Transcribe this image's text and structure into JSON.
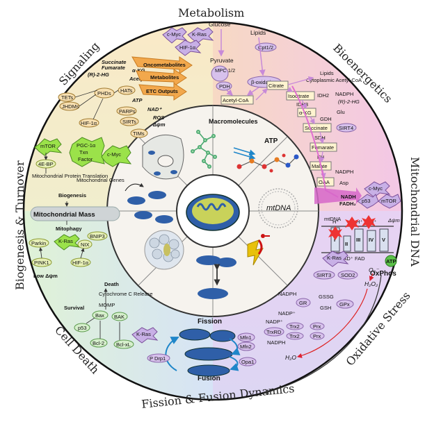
{
  "sectors": {
    "metabolism": "Metabolism",
    "bioenergetics": "Bioenergetics",
    "mito_dna": "Mitochondrial DNA",
    "oxidative_stress": "Oxidative Stress",
    "fission_fusion": "Fission & Fusion Dynamics",
    "cell_death": "Cell Death",
    "biogenesis": "Biogenesis & Turnover",
    "signaling": "Signaling"
  },
  "center": {
    "macromolecules": "Macromolecules",
    "atp": "ATP",
    "mtdna": "mtDNA"
  },
  "metabolism": {
    "glucose": "Glucose",
    "lipids": "Lipids",
    "pyruvate": "Pyruvate",
    "mpc": "MPC 1/2",
    "pdh": "PDH",
    "cpt": "Cpt1/2",
    "beta_ox": "β-oxidation",
    "acetyl_coa": "Acetyl-CoA",
    "cmyc": "c-Myc",
    "kras": "K-Ras",
    "hif": "HIF-1α"
  },
  "signaling": {
    "succinate": "Succinate",
    "fumarate": "Fumarate",
    "r2hg": "(R)-2-HG",
    "akg": "α-KG",
    "acetylcoa": "Acetyl-CoA",
    "tets": "TETs",
    "jhdms": "JHDMs",
    "phds": "PHDs",
    "hats": "HATs",
    "hif": "HIF-1α",
    "atp": "ATP",
    "parps": "PARPs",
    "sirts": "SIRTs",
    "nad": "NAD⁺",
    "ros": "ROS",
    "dpsi": "Δψm",
    "tims": "TIMs",
    "oncometabolites": "Oncometabolites",
    "metabolites": "Metabolites",
    "etc_outputs": "ETC Outputs"
  },
  "bioenergetics": {
    "lipids": "Lipids",
    "cyto_acetyl": "Cytoplasmic Acetyl-CoA",
    "citrate": "Citrate",
    "isocitrate": "Isocitrate",
    "idh2": "IDH2",
    "idh3": "IDH3",
    "nadph": "NADPH",
    "r2hg": "(R)-2-HG",
    "akg": "α-KG",
    "gdh": "GDH",
    "glu": "Glu",
    "succinate": "Succinate",
    "sirt4": "SIRT4",
    "sdh": "SDH",
    "fumarate": "Fumarate",
    "fh": "FH",
    "malate": "Malate",
    "nadph2": "NADPH",
    "oaa": "OAA",
    "asp": "Asp",
    "nadh": "NADH",
    "fadh2": "FADH₂"
  },
  "mtdna_panel": {
    "cmyc": "c-Myc",
    "p53": "p53",
    "mtor": "mTOR",
    "mtdna": "mtDNA",
    "dpsi": "Δψm",
    "h": "H⁺",
    "nad": "NAD⁺",
    "fad": "FAD",
    "complexes": [
      "I",
      "II",
      "III",
      "IV",
      "V"
    ],
    "atp": "ATP",
    "oxphos": "OxPhos",
    "kras": "K-Ras",
    "sirt3": "SIRT3",
    "sod2": "SOD2",
    "o2": "O₂⁻",
    "h2o2": "H₂O₂"
  },
  "oxidative": {
    "gr": "GR",
    "gssg": "GSSG",
    "gsh": "GSH",
    "gpx": "GPx",
    "nadp": "NADP⁺",
    "nadph": "NADPH",
    "trxrd": "TrxRD",
    "trx2": "Trx2",
    "prx": "Prx",
    "h2o": "H₂O"
  },
  "fission": {
    "fission": "Fission",
    "fusion": "Fusion",
    "kras": "K-Ras",
    "pdrp1": "P Drp1",
    "mfn1": "Mfn1",
    "mfn2": "Mfn2",
    "opa1": "Opa1"
  },
  "death": {
    "death": "Death",
    "cytc": "Cytochrome C Release",
    "momp": "MOMP",
    "bax": "Bax",
    "bak": "BAK",
    "survival": "Survival",
    "p53": "p53",
    "bcl2": "Bcl-2",
    "bclxl": "Bcl-xL"
  },
  "biogenesis": {
    "mtor": "mTOR",
    "pgc": "PGC-1α",
    "txn": "Txn",
    "factor": "Factor",
    "cmyc": "c-Myc",
    "ebp": "4E-BP",
    "mito_prot": "Mitochondrial Protein Translation",
    "mito_genes": "Mitochondrial Genes",
    "biogenesis": "Biogenesis",
    "mito_mass": "Mitochondrial Mass",
    "mitophagy": "Mitophagy",
    "parkin": "Parkin",
    "kras": "K-Ras",
    "nix": "NIX",
    "bnip3": "BNIP3",
    "pink1": "PINK1",
    "hif": "HIF-1α",
    "low_dpsi": "Low Δψm"
  }
}
